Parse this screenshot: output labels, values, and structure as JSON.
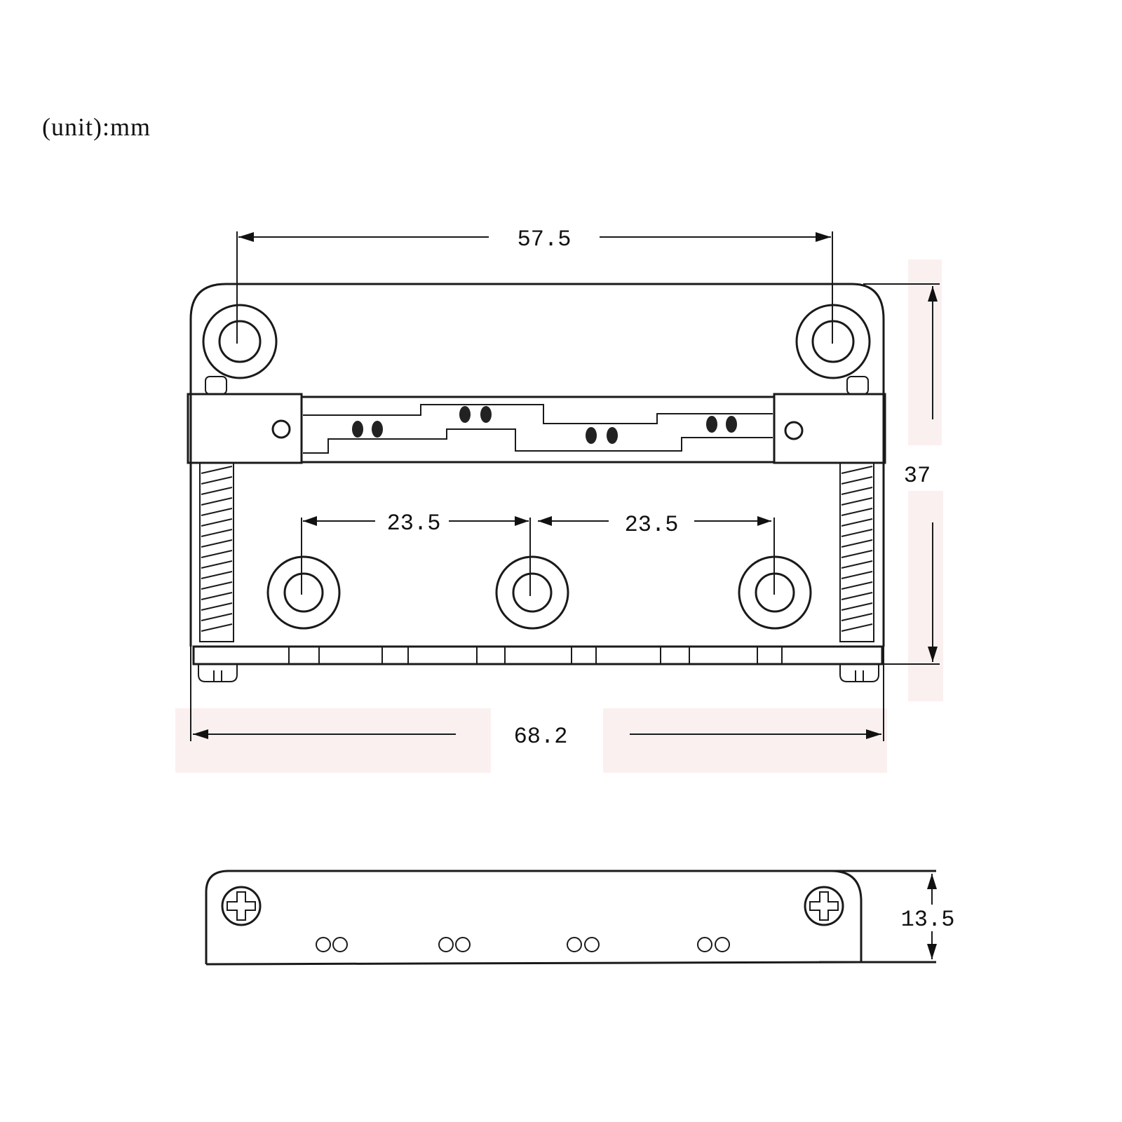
{
  "unit_label": "(unit):mm",
  "dimensions": {
    "top_hole_spacing": "57.5",
    "overall_width": "68.2",
    "overall_height": "37",
    "saddle_spacing_left": "23.5",
    "saddle_spacing_right": "23.5",
    "side_height": "13.5"
  }
}
